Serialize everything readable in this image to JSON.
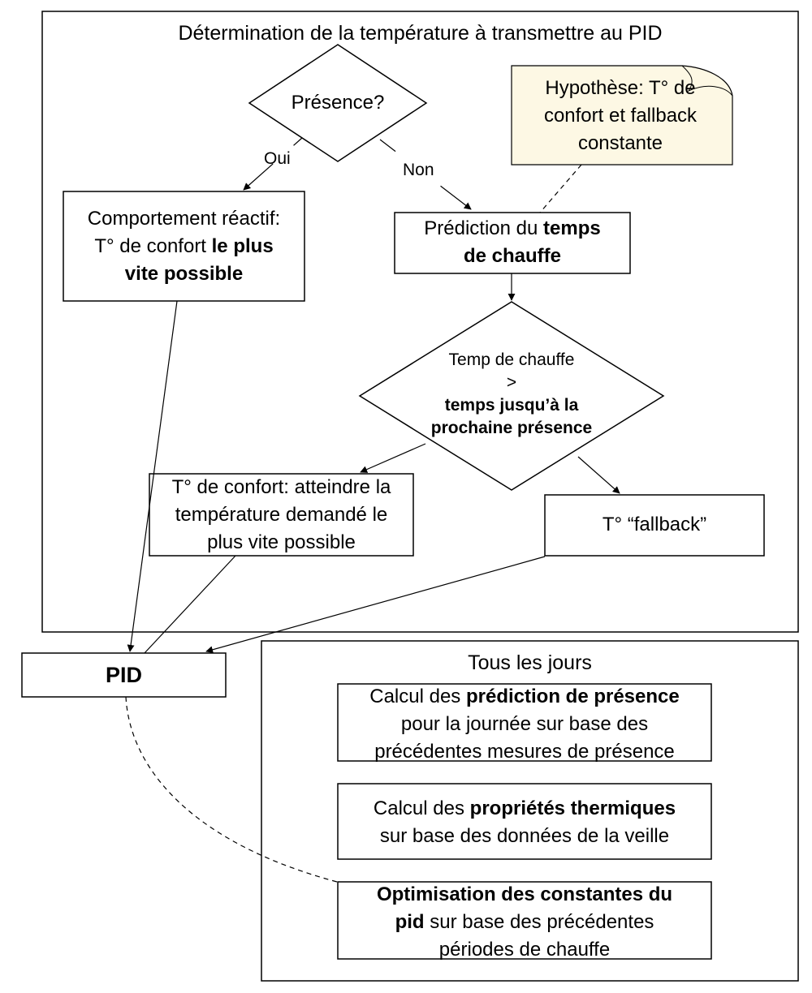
{
  "top_group": {
    "title": "Détermination de la température à transmettre au PID"
  },
  "presence_decision": {
    "label": "Présence?"
  },
  "edges": {
    "yes": "Oui",
    "no": "Non"
  },
  "hypothesis_note": {
    "text": "Hypothèse: T° de confort et fallback constante"
  },
  "reactive_box": {
    "line1": "Comportement réactif:",
    "line2_plain": "T° de confort ",
    "line2_bold": "le plus",
    "line3_bold": "vite possible"
  },
  "prediction_box": {
    "plain": "Prédiction du ",
    "bold1": "temps",
    "bold2": "de chauffe"
  },
  "heat_decision": {
    "line1": "Temp de chauffe",
    "line2": ">",
    "line3": "temps jusqu’à la",
    "line4": "prochaine présence"
  },
  "comfort_box": {
    "line1": "T° de confort: atteindre la",
    "line2": "température demandé le",
    "line3": "plus vite possible"
  },
  "fallback_box": {
    "text": "T° “fallback”"
  },
  "pid_box": {
    "label": "PID"
  },
  "daily_group": {
    "title": "Tous les jours"
  },
  "presence_calc": {
    "plain1": "Calcul des ",
    "bold": "prédiction de présence",
    "line2": "pour la journée sur base des",
    "line3": "précédentes mesures de présence"
  },
  "thermal_calc": {
    "plain1": "Calcul des ",
    "bold": "propriétés thermiques",
    "line2": "sur base des données de la veille"
  },
  "pid_opt": {
    "bold1": "Optimisation des constantes du",
    "bold2": "pid",
    "plain2": " sur base des précédentes",
    "line3": "périodes de chauffe"
  }
}
